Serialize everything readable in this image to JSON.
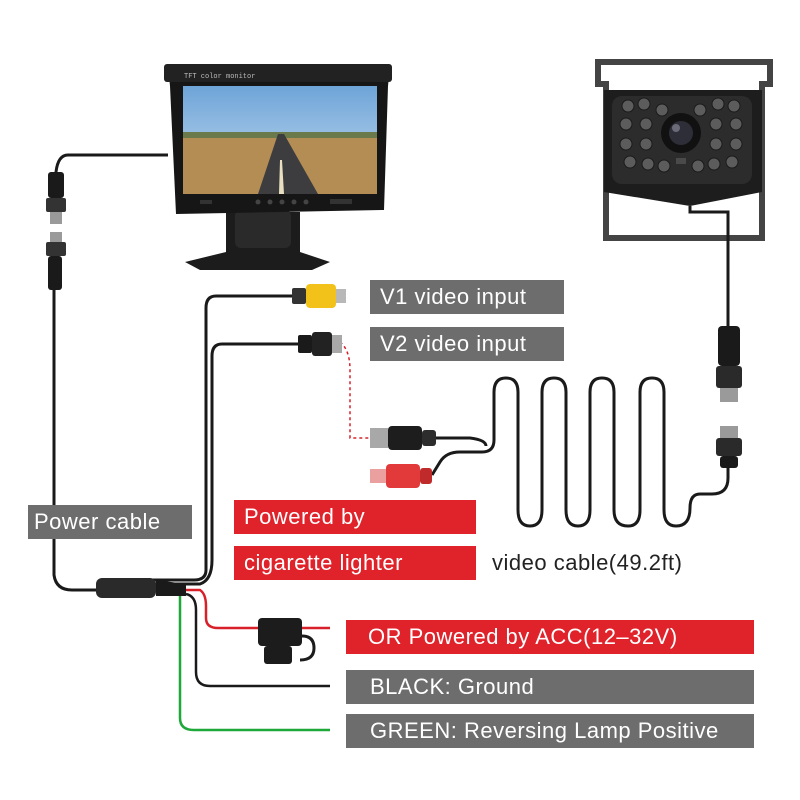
{
  "monitor": {
    "brand_text": "TFT color monitor"
  },
  "labels": {
    "v1": "V1 video input",
    "v2": "V2 video input",
    "power_cable": "Power cable",
    "powered_by": "Powered by",
    "cigarette_lighter": "cigarette lighter",
    "video_cable": "video cable(49.2ft)",
    "acc": "OR Powered by ACC(12–32V)",
    "black": "BLACK: Ground",
    "green": "GREEN: Reversing Lamp Positive"
  },
  "colors": {
    "label_gray": "#6d6d6d",
    "label_red": "#e0222a",
    "wire_black": "#1a1a1a",
    "wire_red": "#d8202a",
    "wire_green": "#1fa83a",
    "rca_yellow": "#f2c21a",
    "rca_red": "#e23a3a"
  },
  "icons": [
    "monitor-icon",
    "camera-icon",
    "connector-icon",
    "fuse-icon"
  ]
}
